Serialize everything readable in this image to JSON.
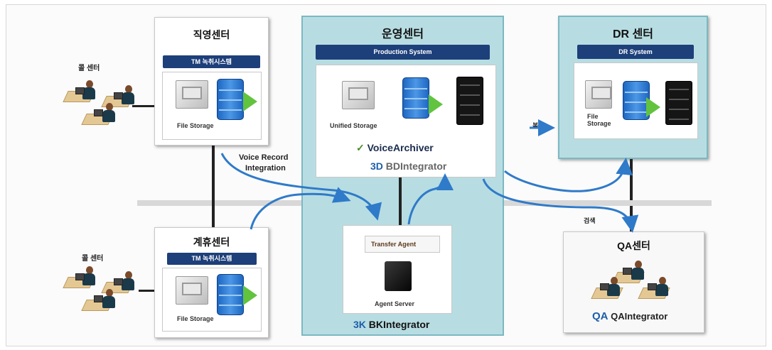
{
  "centers": {
    "direct": {
      "title": "직영센터",
      "banner": "TM 녹취시스템",
      "storage_label": "File Storage"
    },
    "affiliate": {
      "title": "계휴센터",
      "banner": "TM 녹취시스템",
      "storage_label": "File Storage"
    },
    "operation": {
      "title": "운영센터",
      "banner": "Production System",
      "storage_label": "Unified Storage"
    },
    "dr": {
      "title": "DR 센터",
      "banner": "DR System",
      "storage_label": "File Storage"
    },
    "qa": {
      "title": "QA센터"
    }
  },
  "call_center_label_top": "콜 센터",
  "call_center_label_bottom": "콜 센터",
  "flow_labels": {
    "voice_record": "Voice Record",
    "integration": "Integration",
    "replicate": "복제",
    "search": "검색"
  },
  "products": {
    "voice_archiver": "VoiceArchiver",
    "bd_integrator": "BDIntegrator",
    "bk_integrator": "BKIntegrator",
    "qa_integrator": "QAIntegrator"
  },
  "agent": {
    "transfer_agent": "Transfer Agent",
    "agent_server": "Agent Server"
  },
  "colors": {
    "arrow": "#2f7ac9",
    "banner": "#1d3f7a",
    "zone": "#b7dde2"
  }
}
